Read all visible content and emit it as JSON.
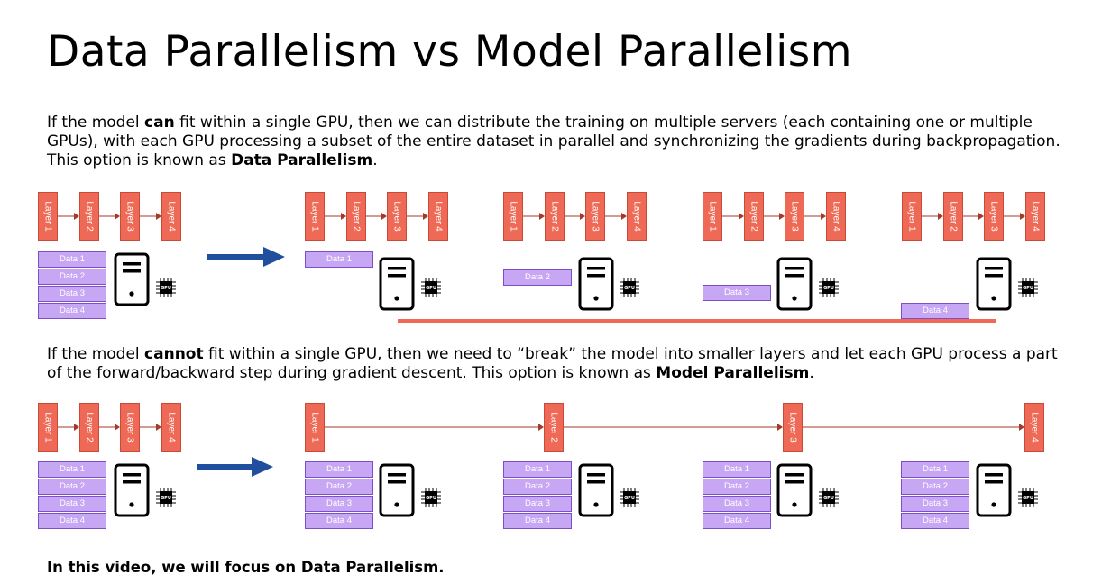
{
  "title": "Data Parallelism vs Model Parallelism",
  "paragraph_data": {
    "p1": "If the model ",
    "b1": "can",
    "p2": " fit within a single GPU, then we can distribute the training on multiple servers (each containing one or multiple GPUs), with each GPU processing a subset of the entire dataset in parallel and synchronizing the gradients during backpropagation. This option is known as ",
    "b2": "Data Parallelism",
    "p3": "."
  },
  "paragraph_model": {
    "p1": "If the model ",
    "b1": "cannot",
    "p2": " fit within a single GPU, then we need to “break” the model into smaller layers and let each GPU process a part of the forward/backward step during gradient descent. This option is known as ",
    "b2": "Model Parallelism",
    "p3": "."
  },
  "footer": "In this video, we will focus on Data Parallelism.",
  "layers": [
    "Layer 1",
    "Layer 2",
    "Layer 3",
    "Layer 4"
  ],
  "data_blocks": [
    "Data 1",
    "Data 2",
    "Data 3",
    "Data 4"
  ],
  "gpu_label": "GPU",
  "colors": {
    "layer": "#ee6a57",
    "data": "#c7a7f3",
    "arrow": "#1f4f9e",
    "sync_line": "#ee6a57",
    "chain_line": "#a33a2a"
  }
}
